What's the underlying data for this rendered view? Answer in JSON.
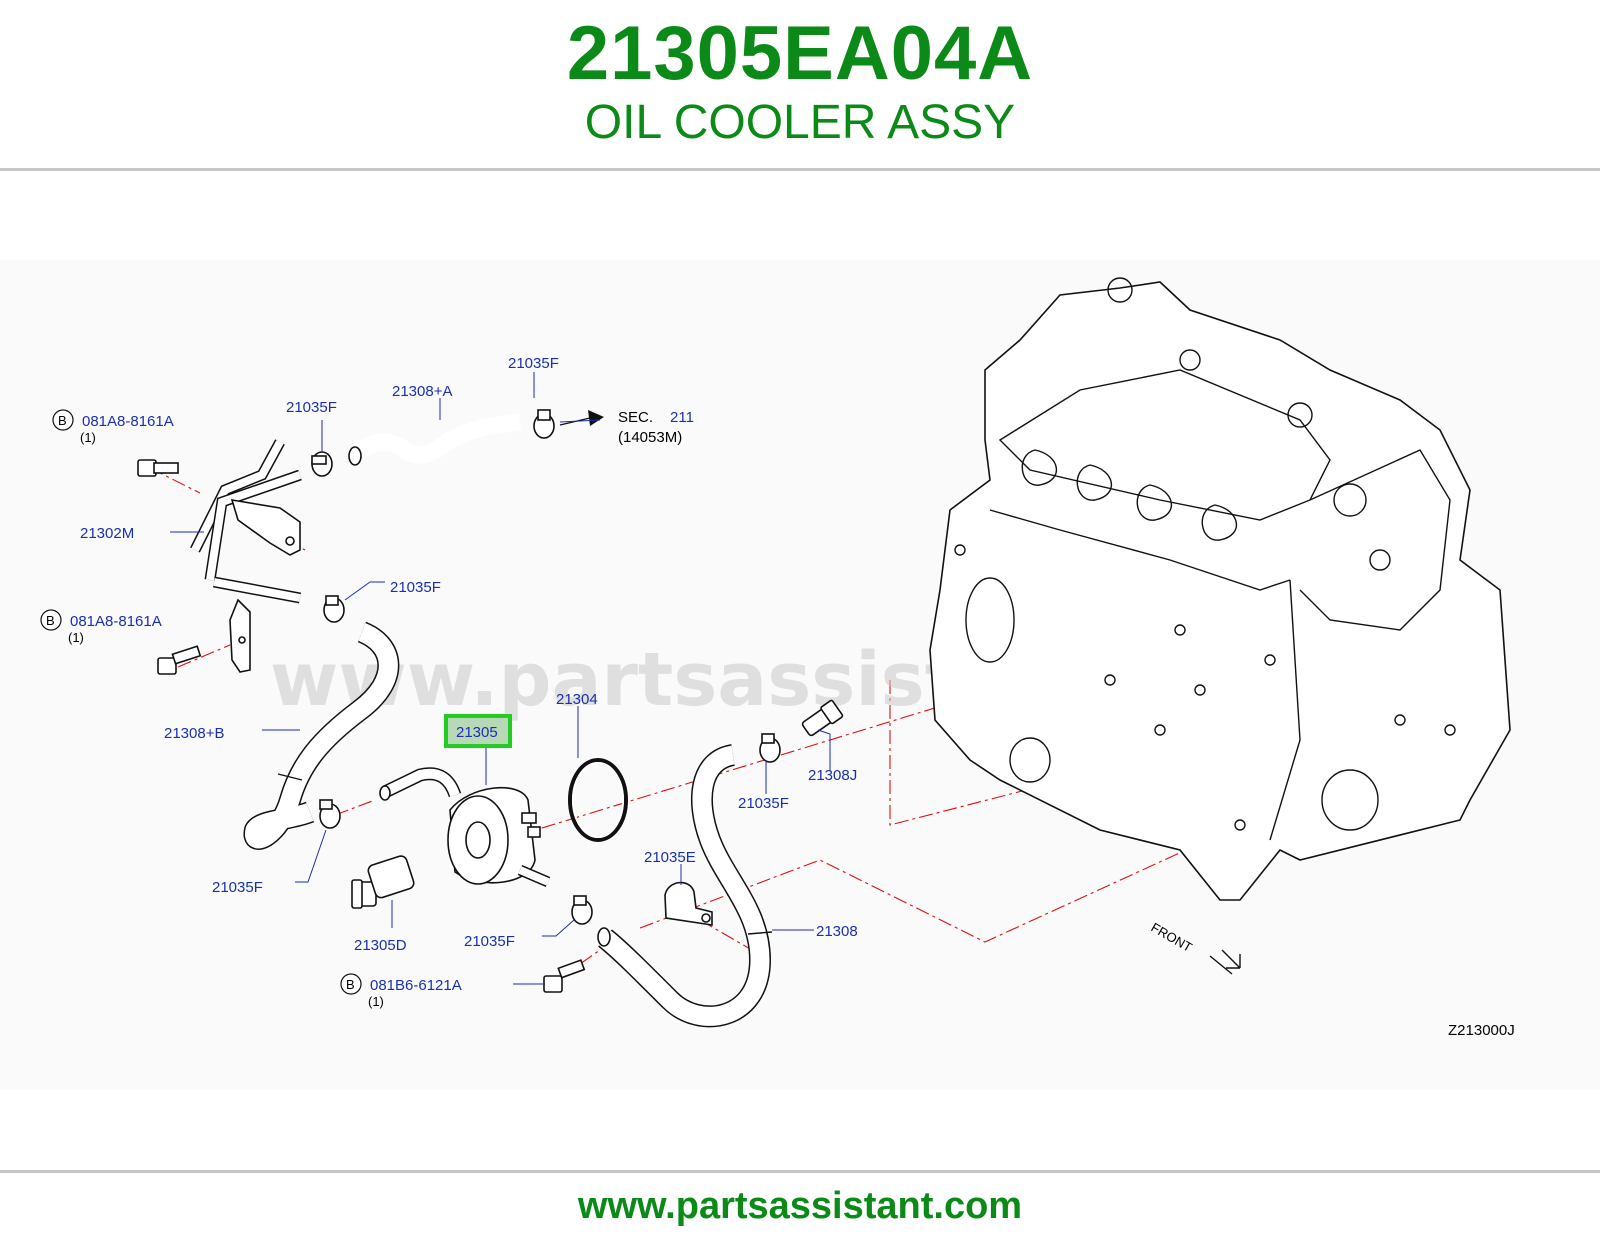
{
  "header": {
    "part_number": "21305EA04A",
    "part_name": "OIL COOLER ASSY"
  },
  "footer": {
    "url": "www.partsassistant.com"
  },
  "diagram": {
    "watermark": "www.partsassistant.com",
    "figure_code": "Z213000J",
    "front_label": "FRONT",
    "section_ref": {
      "prefix": "SEC.",
      "number": "211",
      "sub": "(14053M)"
    },
    "callouts": {
      "bolt_top": {
        "badge": "B",
        "code": "081A8-8161A",
        "qty": "(1)"
      },
      "bolt_mid": {
        "badge": "B",
        "code": "081A8-8161A",
        "qty": "(1)"
      },
      "bolt_bottom": {
        "badge": "B",
        "code": "081B6-6121A",
        "qty": "(1)"
      },
      "clamp_top_left": "21035F",
      "clamp_top_right": "21035F",
      "hose_top": "21308+A",
      "pipe": "21302M",
      "clamp_pipe": "21035F",
      "hose_left": "21308+B",
      "clamp_left": "21035F",
      "oil_cooler": "21305",
      "o_ring": "21304",
      "connector": "21305D",
      "clamp_bottom": "21035F",
      "clamp_hose_right": "21035F",
      "hose_right": "21308",
      "clip": "21035E",
      "fitting": "21308J"
    }
  },
  "colors": {
    "brand_green": "#0c8a17",
    "callout_blue": "#1a2fb0",
    "highlight_green": "#22cc22",
    "highlight_fill": "#b8d8b8",
    "centerline_red": "#dd1111"
  }
}
